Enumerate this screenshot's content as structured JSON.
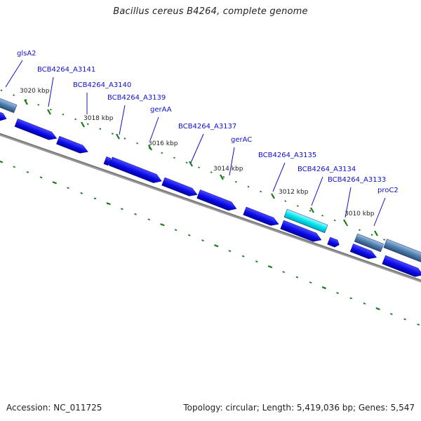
{
  "title": "Bacillus cereus B4264, complete genome",
  "accession_text": "Accession: NC_011725",
  "summary_text": "Topology: circular; Length: 5,419,036 bp; Genes: 5,547",
  "colors": {
    "gene": "#0a0ae8",
    "gene_top": "#3a3aff",
    "gene_dark": "#00009a",
    "highlight": "#00e5ee",
    "highlight_top": "#8ffcff",
    "rna": "#4f7fae",
    "rna_top": "#8fb4d6",
    "label": "#1010cc",
    "tick": "#1a7a1a",
    "backbone": "#808080",
    "text": "#222222"
  },
  "scale_labels": [
    "3020 kbp",
    "3018 kbp",
    "3016 kbp",
    "3014 kbp",
    "3012 kbp",
    "3010 kbp"
  ],
  "gene_labels": [
    "glsA2",
    "BCB4264_A3141",
    "BCB4264_A3140",
    "BCB4264_A3139",
    "gerAA",
    "BCB4264_A3137",
    "gerAC",
    "BCB4264_A3135",
    "BCB4264_A3134",
    "BCB4264_A3133",
    "proC2"
  ]
}
